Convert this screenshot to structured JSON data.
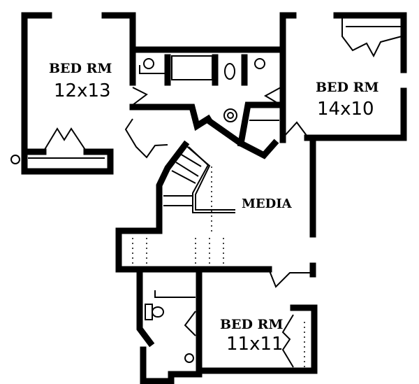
{
  "rooms": [
    {
      "name": "BED RM",
      "size": "12x13"
    },
    {
      "name": "BED RM",
      "size": "14x10"
    },
    {
      "name": "MEDIA"
    },
    {
      "name": "BED RM",
      "size": "11x11"
    }
  ],
  "colors": {
    "walls": "#000000",
    "background": "#ffffff"
  }
}
